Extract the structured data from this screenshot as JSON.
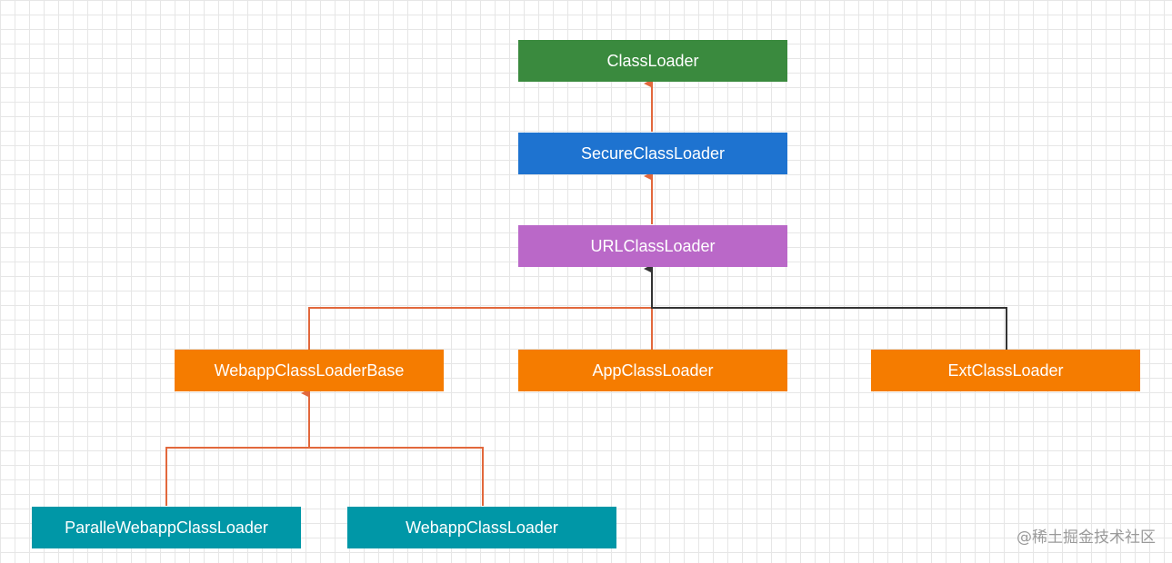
{
  "diagram": {
    "nodes": {
      "classloader": {
        "label": "ClassLoader",
        "color": "#3a8a3e"
      },
      "secureclassloader": {
        "label": "SecureClassLoader",
        "color": "#1e73d0"
      },
      "urlclassloader": {
        "label": "URLClassLoader",
        "color": "#ba68c8"
      },
      "webappclassloaderbase": {
        "label": "WebappClassLoaderBase",
        "color": "#f57c00"
      },
      "appclassloader": {
        "label": "AppClassLoader",
        "color": "#f57c00"
      },
      "extclassloader": {
        "label": "ExtClassLoader",
        "color": "#f57c00"
      },
      "parallewebappclassloader": {
        "label": "ParalleWebappClassLoader",
        "color": "#0097a7"
      },
      "webappclassloader": {
        "label": "WebappClassLoader",
        "color": "#0097a7"
      }
    },
    "edges": [
      {
        "from": "SecureClassLoader",
        "to": "ClassLoader",
        "color": "#e2683c"
      },
      {
        "from": "URLClassLoader",
        "to": "SecureClassLoader",
        "color": "#e2683c"
      },
      {
        "from": "WebappClassLoaderBase",
        "to": "URLClassLoader",
        "color": "#e2683c"
      },
      {
        "from": "AppClassLoader",
        "to": "URLClassLoader",
        "color": "#e2683c"
      },
      {
        "from": "ExtClassLoader",
        "to": "URLClassLoader",
        "color": "#333333"
      },
      {
        "from": "ParalleWebappClassLoader",
        "to": "WebappClassLoaderBase",
        "color": "#e2683c"
      },
      {
        "from": "WebappClassLoader",
        "to": "WebappClassLoaderBase",
        "color": "#e2683c"
      }
    ]
  },
  "watermark": "@稀土掘金技术社区"
}
